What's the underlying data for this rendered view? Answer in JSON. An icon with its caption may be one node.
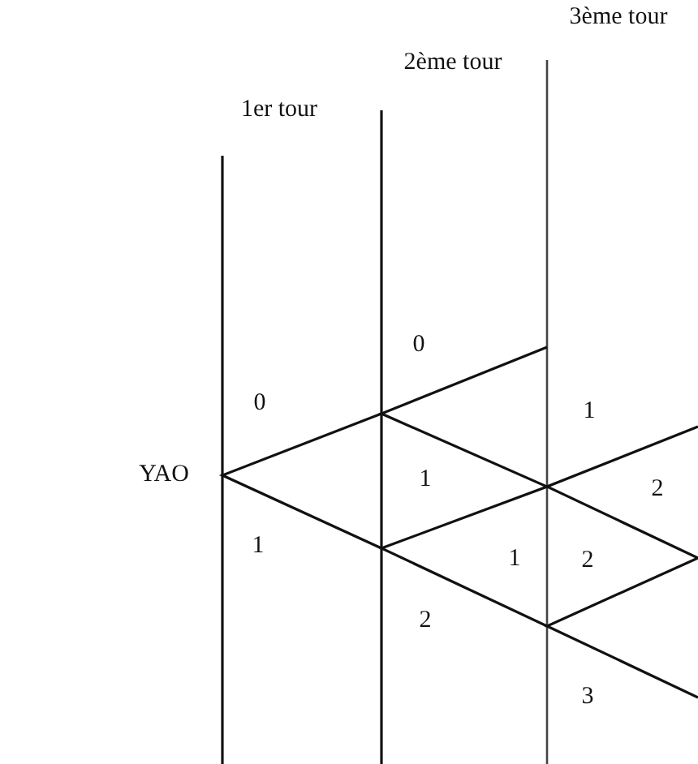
{
  "diagram": {
    "labels": [
      "3ème tour",
      "2ème tour",
      "1er tour",
      "0",
      "0",
      "1",
      "1",
      "2",
      "YAO",
      "1",
      "1",
      "2",
      "2",
      "3"
    ]
  }
}
